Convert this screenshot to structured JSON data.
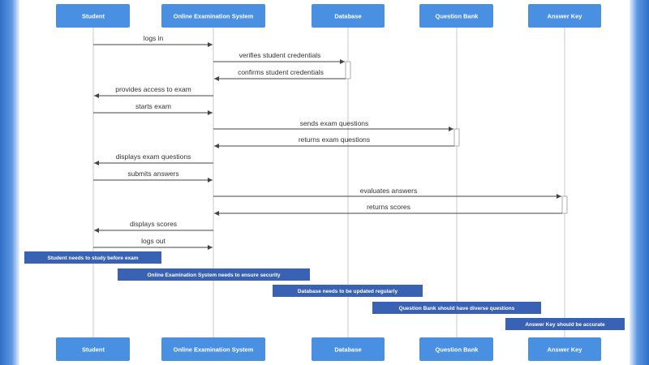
{
  "participants": [
    {
      "id": "student",
      "label": "Student"
    },
    {
      "id": "oes",
      "label": "Online Examination System"
    },
    {
      "id": "db",
      "label": "Database"
    },
    {
      "id": "qb",
      "label": "Question Bank"
    },
    {
      "id": "ak",
      "label": "Answer Key"
    }
  ],
  "messages": [
    {
      "from": "student",
      "to": "oes",
      "label": "logs in"
    },
    {
      "from": "oes",
      "to": "db",
      "label": "verifies student credentials"
    },
    {
      "from": "db",
      "to": "oes",
      "label": "confirms student credentials"
    },
    {
      "from": "oes",
      "to": "student",
      "label": "provides access to exam"
    },
    {
      "from": "student",
      "to": "oes",
      "label": "starts exam"
    },
    {
      "from": "oes",
      "to": "qb",
      "label": "sends exam questions"
    },
    {
      "from": "qb",
      "to": "oes",
      "label": "returns exam questions"
    },
    {
      "from": "oes",
      "to": "student",
      "label": "displays exam questions"
    },
    {
      "from": "student",
      "to": "oes",
      "label": "submits answers"
    },
    {
      "from": "oes",
      "to": "ak",
      "label": "evaluates answers"
    },
    {
      "from": "ak",
      "to": "oes",
      "label": "returns scores"
    },
    {
      "from": "oes",
      "to": "student",
      "label": "displays scores"
    },
    {
      "from": "student",
      "to": "oes",
      "label": "logs out"
    }
  ],
  "notes": [
    {
      "over": "student",
      "label": "Student needs to study before exam"
    },
    {
      "over": "oes",
      "label": "Online Examination System needs to ensure security"
    },
    {
      "over": "db",
      "label": "Database needs to be updated regularly"
    },
    {
      "over": "qb",
      "label": "Question Bank should have diverse questions"
    },
    {
      "over": "ak",
      "label": "Answer Key should be accurate"
    }
  ],
  "colors": {
    "participant_box": "#4a90e2",
    "note_box": "#3a62b4",
    "lifeline": "#c8c8c8",
    "arrow": "#444444"
  }
}
